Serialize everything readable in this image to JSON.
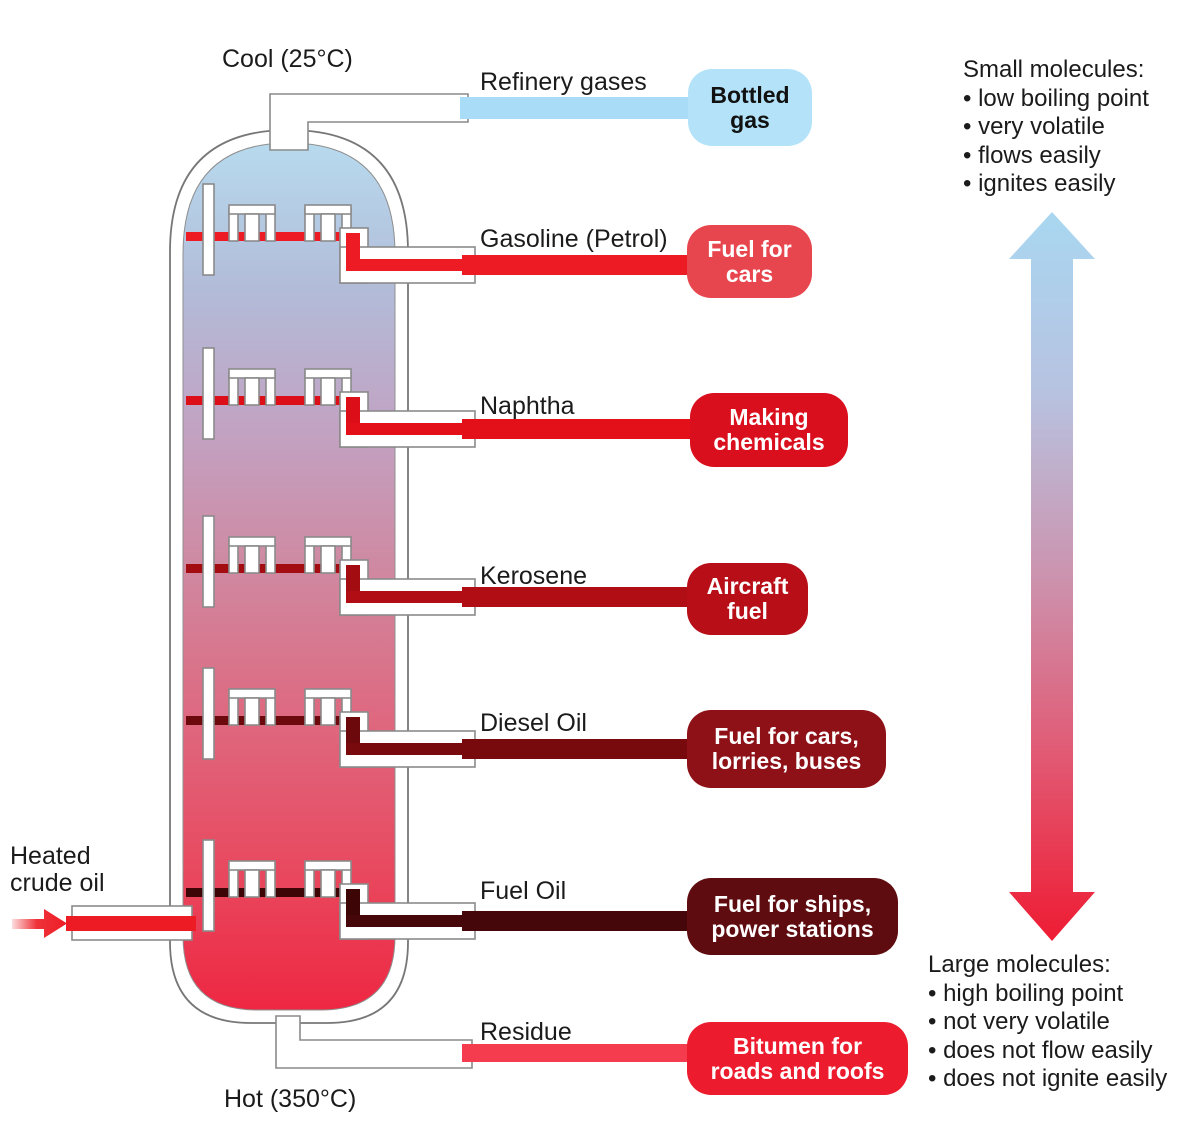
{
  "labels": {
    "cool": "Cool (25°C)",
    "hot": "Hot (350°C)",
    "inlet": [
      "Heated",
      "crude oil"
    ]
  },
  "fractions": [
    {
      "label": "Refinery gases",
      "use": [
        "Bottled",
        "gas"
      ],
      "pipe_color": "#a9ddf7",
      "box_color": "#b4e3f9",
      "box_text_color": "#111111"
    },
    {
      "label": "Gasoline (Petrol)",
      "use": [
        "Fuel for",
        "cars"
      ],
      "pipe_color": "#ed1c24",
      "tray_color": "#ed1c24",
      "box_color": "#e8464e",
      "box_text_color": "#ffffff"
    },
    {
      "label": "Naphtha",
      "use": [
        "Making",
        "chemicals"
      ],
      "pipe_color": "#e31019",
      "tray_color": "#dc0e17",
      "box_color": "#da0f1e",
      "box_text_color": "#ffffff"
    },
    {
      "label": "Kerosene",
      "use": [
        "Aircraft",
        "fuel"
      ],
      "pipe_color": "#b00d14",
      "tray_color": "#a30c11",
      "box_color": "#b80e17",
      "box_text_color": "#ffffff"
    },
    {
      "label": "Diesel Oil",
      "use": [
        "Fuel for cars,",
        "lorries, buses"
      ],
      "pipe_color": "#780a0e",
      "tray_color": "#6b090c",
      "box_color": "#8e1118",
      "box_text_color": "#ffffff"
    },
    {
      "label": "Fuel Oil",
      "use": [
        "Fuel for ships,",
        "power stations"
      ],
      "pipe_color": "#450709",
      "tray_color": "#3d0506",
      "box_color": "#5f0c10",
      "box_text_color": "#ffffff"
    },
    {
      "label": "Residue",
      "use": [
        "Bitumen for",
        "roads and roofs"
      ],
      "pipe_color": "#f43c4e",
      "box_color": "#ec1b2e",
      "box_text_color": "#ffffff"
    }
  ],
  "right_panel": {
    "small_heading": "Small molecules:",
    "small_bullets": [
      "low boiling point",
      "very volatile",
      "flows easily",
      "ignites easily"
    ],
    "large_heading": "Large molecules:",
    "large_bullets": [
      "high boiling point",
      "not very volatile",
      "does not flow easily",
      "does not ignite easily"
    ]
  },
  "colors": {
    "column_gradient": [
      "#b7daee",
      "#b2bcd9",
      "#c2a2c2",
      "#d0879f",
      "#de687f",
      "#e84a60",
      "#ee2742"
    ],
    "arrow_gradient": [
      "#a9d7f1",
      "#b7c2e0",
      "#cc93ae",
      "#e25872",
      "#ee1c33"
    ],
    "crude_arrow": "#ed1c24",
    "pipe_outline": "#8a8a8a",
    "text": "#1b1b1b"
  }
}
